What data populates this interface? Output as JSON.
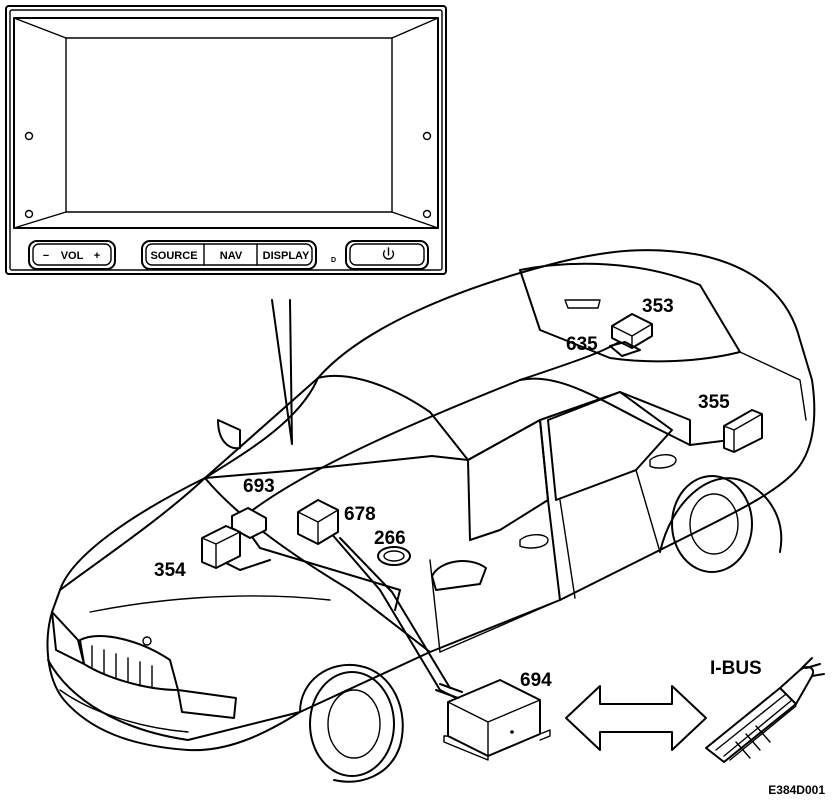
{
  "display_unit": {
    "vol_minus": "−",
    "vol_label": "VOL",
    "vol_plus": "+",
    "source_label": "SOURCE",
    "nav_label": "NAV",
    "display_label": "DISPLAY",
    "power_icon": "power-icon"
  },
  "callouts": {
    "c353": "353",
    "c635": "635",
    "c355": "355",
    "c693": "693",
    "c678": "678",
    "c266": "266",
    "c354": "354",
    "c694": "694"
  },
  "bus_label": "I-BUS",
  "figure_code": "E384D001",
  "colors": {
    "line": "#000000",
    "background": "#ffffff"
  }
}
